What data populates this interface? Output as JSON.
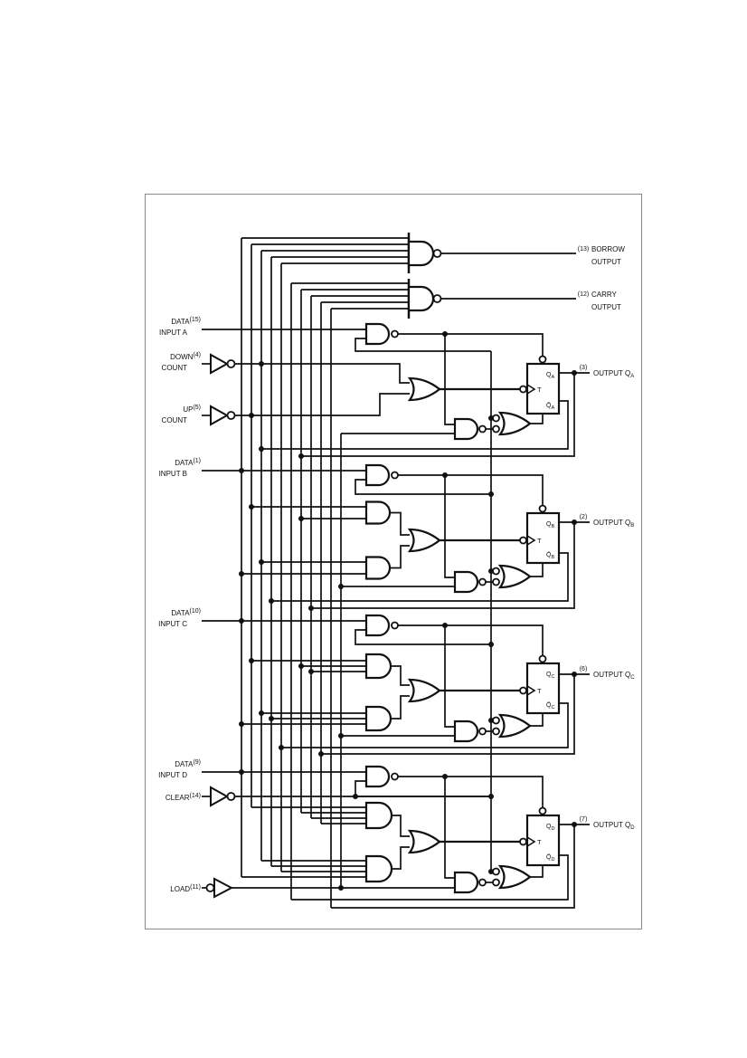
{
  "diagram": {
    "kind": "logic-diagram",
    "line_color": "#111111",
    "border_color": "#8a8a8a",
    "background": "#ffffff"
  },
  "inputs": [
    {
      "name": "DATA",
      "pin": "(15)",
      "line2": "INPUT A"
    },
    {
      "name": "DOWN",
      "pin": "(4)",
      "line2": "COUNT"
    },
    {
      "name": "UP",
      "pin": "(5)",
      "line2": "COUNT"
    },
    {
      "name": "DATA",
      "pin": "(1)",
      "line2": "INPUT B"
    },
    {
      "name": "DATA",
      "pin": "(10)",
      "line2": "INPUT C"
    },
    {
      "name": "DATA",
      "pin": "(9)",
      "line2": "INPUT D"
    },
    {
      "name": "CLEAR",
      "pin": "(14)",
      "line2": ""
    },
    {
      "name": "LOAD",
      "pin": "(11)",
      "line2": ""
    }
  ],
  "outputs": {
    "borrow": {
      "pin": "(13)",
      "line1": "BORROW",
      "line2": "OUTPUT"
    },
    "carry": {
      "pin": "(12)",
      "line1": "CARRY",
      "line2": "OUTPUT"
    },
    "q": [
      {
        "pin": "(3)",
        "label": "OUTPUT Q",
        "sub": "A"
      },
      {
        "pin": "(2)",
        "label": "OUTPUT Q",
        "sub": "B"
      },
      {
        "pin": "(6)",
        "label": "OUTPUT Q",
        "sub": "C"
      },
      {
        "pin": "(7)",
        "label": "OUTPUT Q",
        "sub": "D"
      }
    ]
  },
  "flipflops": [
    {
      "q": "Q",
      "qbar": "Q̄",
      "sub": "A",
      "t": "T"
    },
    {
      "q": "Q",
      "qbar": "Q̄",
      "sub": "B",
      "t": "T"
    },
    {
      "q": "Q",
      "qbar": "Q̄",
      "sub": "C",
      "t": "T"
    },
    {
      "q": "Q",
      "qbar": "Q̄",
      "sub": "D",
      "t": "T"
    }
  ]
}
